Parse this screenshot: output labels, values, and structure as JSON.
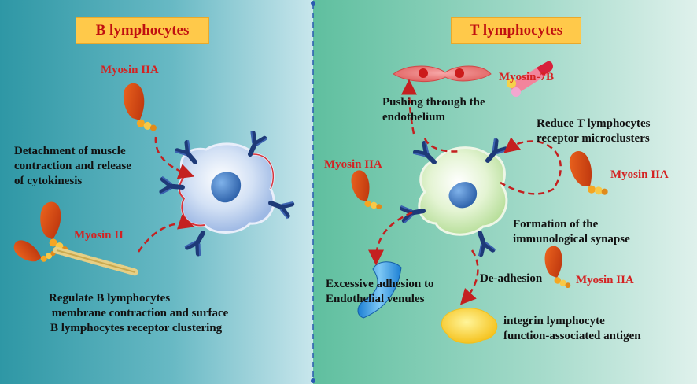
{
  "panels": {
    "left": {
      "title": "B lymphocytes",
      "labels": {
        "myosin_a": "Myosin IIA",
        "myosin_b": "Myosin II",
        "detach_1": "Detachment of muscle",
        "detach_2": "contraction and release",
        "detach_3": "of cytokinesis",
        "reg_1": "Regulate B lymphocytes",
        "reg_2": " membrane contraction and surface",
        "reg_3": "B lymphocytes receptor clustering"
      }
    },
    "right": {
      "title": "T lymphocytes",
      "labels": {
        "myosin_7b": "Myosin-7B",
        "push_1": "Pushing through the",
        "push_2": "endothelium",
        "reduce_1": "Reduce T lymphocytes",
        "reduce_2": "receptor microclusters",
        "myosin_a_left": "Myosin IIA",
        "myosin_a_right": "Myosin IIA",
        "synapse_1": "Formation of the",
        "synapse_2": "immunological synapse",
        "adhesion_1": "Excessive adhesion to",
        "adhesion_2": "Endothelial venules",
        "deadhesion": "De-adhesion",
        "myosin_a_bottom": "Myosin IIA",
        "integrin_1": "integrin lymphocyte",
        "integrin_2": "function-associated antigen"
      }
    }
  },
  "colors": {
    "left_bg": "#2e9aa6",
    "right_bg": "#6cc4ad",
    "title_fill": "#ffc94a",
    "title_text": "#c01010",
    "label_red": "#d42222",
    "arrow_red": "#c42020",
    "antibody_blue": "#1e3a78",
    "divider_blue": "#2a5ab0"
  }
}
